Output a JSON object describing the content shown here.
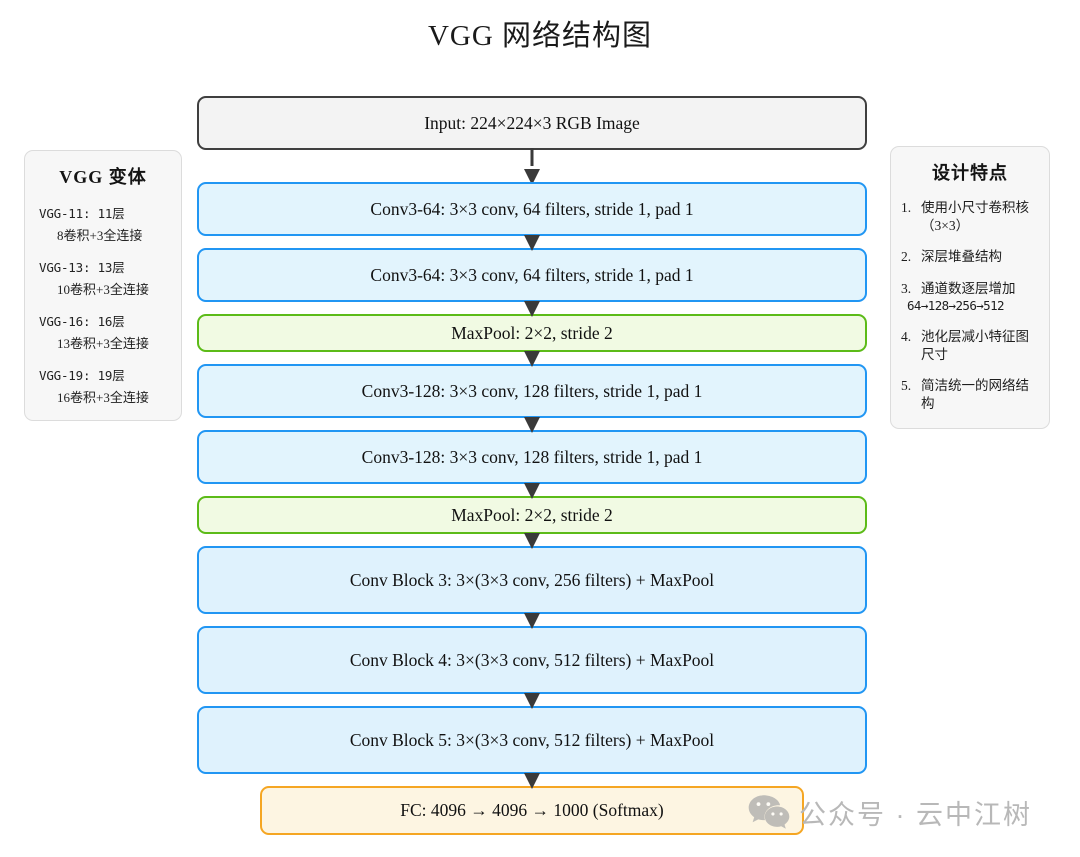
{
  "title": "VGG 网络结构图",
  "variants_panel": {
    "title": "VGG 变体",
    "items": [
      {
        "name": "VGG-11: 11层",
        "detail": "8卷积+3全连接"
      },
      {
        "name": "VGG-13: 13层",
        "detail": "10卷积+3全连接"
      },
      {
        "name": "VGG-16: 16层",
        "detail": "13卷积+3全连接"
      },
      {
        "name": "VGG-19: 19层",
        "detail": "16卷积+3全连接"
      }
    ]
  },
  "features_panel": {
    "title": "设计特点",
    "items": [
      {
        "num": "1.",
        "text": "使用小尺寸卷积核（3×3）",
        "sub": ""
      },
      {
        "num": "2.",
        "text": "深层堆叠结构",
        "sub": ""
      },
      {
        "num": "3.",
        "text": "通道数逐层增加",
        "sub": "64→128→256→512"
      },
      {
        "num": "4.",
        "text": "池化层减小特征图尺寸",
        "sub": ""
      },
      {
        "num": "5.",
        "text": "简洁统一的网络结构",
        "sub": ""
      }
    ]
  },
  "flow": {
    "nodes": [
      {
        "id": "input",
        "label": "Input: 224×224×3 RGB Image"
      },
      {
        "id": "conv1_1",
        "label": "Conv3-64: 3×3 conv, 64 filters, stride 1, pad 1"
      },
      {
        "id": "conv1_2",
        "label": "Conv3-64: 3×3 conv, 64 filters, stride 1, pad 1"
      },
      {
        "id": "pool1",
        "label": "MaxPool: 2×2, stride 2"
      },
      {
        "id": "conv2_1",
        "label": "Conv3-128: 3×3 conv, 128 filters, stride 1, pad 1"
      },
      {
        "id": "conv2_2",
        "label": "Conv3-128: 3×3 conv, 128 filters, stride 1, pad 1"
      },
      {
        "id": "pool2",
        "label": "MaxPool: 2×2, stride 2"
      },
      {
        "id": "block3",
        "label": "Conv Block 3: 3×(3×3 conv, 256 filters) + MaxPool"
      },
      {
        "id": "block4",
        "label": "Conv Block 4: 3×(3×3 conv, 512 filters) + MaxPool"
      },
      {
        "id": "block5",
        "label": "Conv Block 5: 3×(3×3 conv, 512 filters) + MaxPool"
      },
      {
        "id": "fc",
        "label": "FC: 4096 → 4096 → 1000 (Softmax)"
      }
    ]
  },
  "watermark": {
    "text": "公众号 · 云中江树"
  },
  "colors": {
    "input_border": "#3f3f3f",
    "conv_border": "#2196f3",
    "conv_fill": "#e2f4fd",
    "pool_border": "#5cbb18",
    "pool_fill": "#f1fae3",
    "fc_border": "#f5a623",
    "fc_fill": "#fdf5e2",
    "panel_fill": "#f7f7f7",
    "watermark_text": "#b8b8b8"
  }
}
